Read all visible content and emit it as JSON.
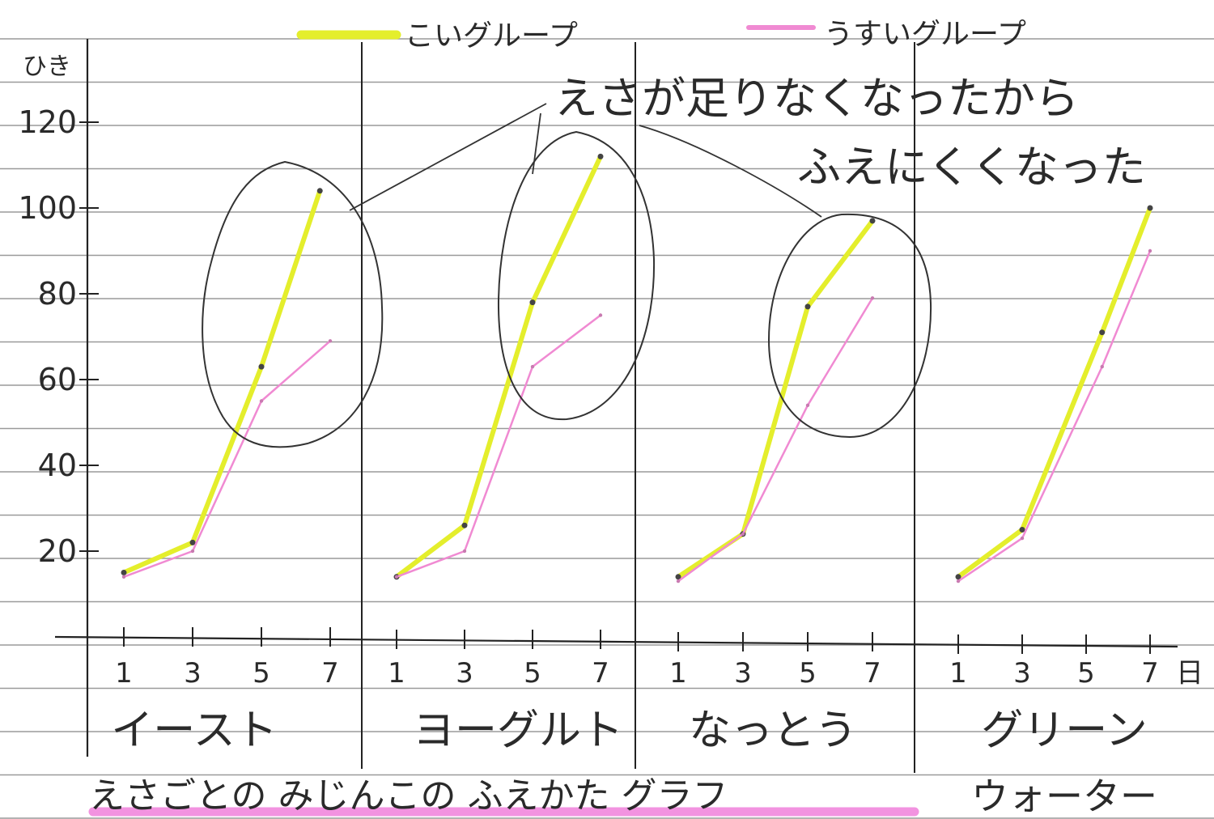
{
  "chart_data": {
    "type": "line",
    "title": "えさごとの みじんこの ふえかた グラフ",
    "ylabel": "ひき",
    "xlabel": "日",
    "yticks": [
      "20",
      "40",
      "60",
      "80",
      "100",
      "120"
    ],
    "xticks": [
      "1",
      "3",
      "5",
      "7"
    ],
    "ylim": [
      0,
      130
    ],
    "xlim": [
      0,
      8
    ],
    "grid": "ruled notebook lines",
    "legend": {
      "placement": "top",
      "entries": [
        {
          "label": "こいグループ",
          "color": "#e4ee2c"
        },
        {
          "label": "うすいグループ",
          "color": "#f08ad2"
        }
      ]
    },
    "annotation": {
      "line1": "えさが足りなくなったから",
      "line2": "ふえにくくなった"
    },
    "panels": [
      {
        "name": "イースト",
        "series": [
          {
            "name": "こいグループ",
            "x": [
              1,
              3,
              5,
              6.7
            ],
            "y": [
              15,
              22,
              63,
              104
            ]
          },
          {
            "name": "うすいグループ",
            "x": [
              1,
              3,
              5,
              7
            ],
            "y": [
              14,
              20,
              55,
              69
            ]
          }
        ]
      },
      {
        "name": "ヨーグルト",
        "series": [
          {
            "name": "こいグループ",
            "x": [
              1,
              3,
              5,
              7
            ],
            "y": [
              14,
              26,
              78,
              112
            ]
          },
          {
            "name": "うすいグループ",
            "x": [
              1,
              3,
              5,
              7
            ],
            "y": [
              14,
              20,
              63,
              75
            ]
          }
        ]
      },
      {
        "name": "なっとう",
        "series": [
          {
            "name": "こいグループ",
            "x": [
              1,
              3,
              5,
              7
            ],
            "y": [
              14,
              24,
              77,
              97
            ]
          },
          {
            "name": "うすいグループ",
            "x": [
              1,
              3,
              5,
              7
            ],
            "y": [
              13,
              24,
              54,
              79
            ]
          }
        ]
      },
      {
        "name": "グリーン\nウォーター",
        "series": [
          {
            "name": "こいグループ",
            "x": [
              1,
              3,
              5.5,
              7
            ],
            "y": [
              14,
              25,
              71,
              100
            ]
          },
          {
            "name": "うすいグループ",
            "x": [
              1,
              3,
              5.5,
              7
            ],
            "y": [
              13,
              23,
              63,
              90
            ]
          }
        ]
      }
    ]
  }
}
